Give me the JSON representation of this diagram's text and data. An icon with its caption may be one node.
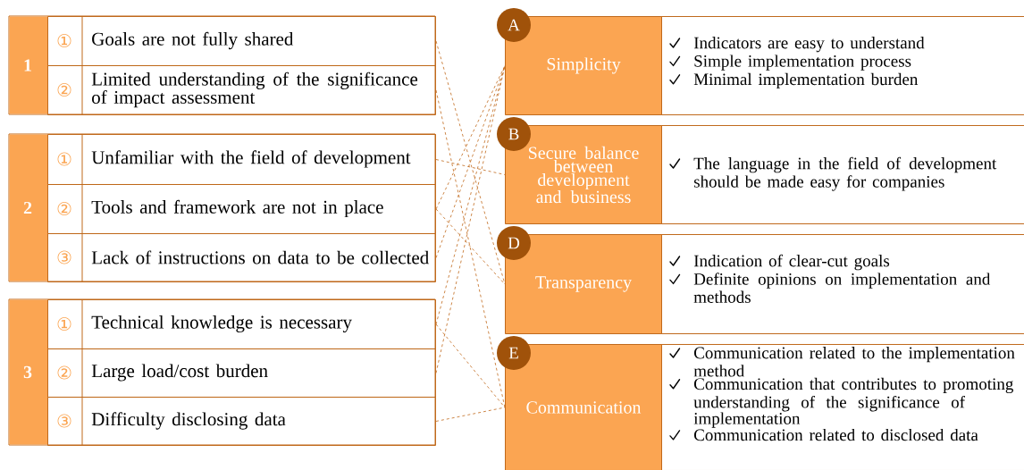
{
  "diagram": {
    "nodes": [
      {
        "text": [
          "1"
        ]
      },
      {
        "text": [
          "①",
          "Goals are not fully shared"
        ],
        "in": 0
      },
      {
        "text": [
          "②",
          "Limited understanding of the significance of impact assessment"
        ],
        "in": 0
      },
      {
        "text": [
          "2"
        ]
      },
      {
        "text": [
          "①",
          "Unfamiliar with the field of development"
        ],
        "in": 3
      },
      {
        "text": [
          "②",
          "Tools and framework are not in place"
        ],
        "in": 3
      },
      {
        "text": [
          "③",
          "Lack of instructions on data to be collected"
        ],
        "in": 3
      },
      {
        "text": [
          "3"
        ]
      },
      {
        "text": [
          "①",
          "Technical knowledge is necessary"
        ],
        "in": 7
      },
      {
        "text": [
          "②",
          "Large load/cost burden"
        ],
        "in": 7
      },
      {
        "text": [
          "③",
          "Difficulty disclosing data"
        ],
        "in": 7
      },
      {
        "text": [
          "A",
          "Simplicity"
        ]
      },
      {
        "text": [
          "Indicators are easy to understand",
          "Simple implementation process",
          "Minimal implementation burden"
        ]
      },
      {
        "text": [
          "B",
          "Secure balance between development and business"
        ]
      },
      {
        "text": [
          "The language in the field of development should be made easy for companies"
        ]
      },
      {
        "text": [
          "D",
          "Transparency"
        ]
      },
      {
        "text": [
          "Indication of clear-cut goals",
          "Definite opinions on implementation and methods"
        ]
      },
      {
        "text": [
          "E",
          "Communication"
        ]
      },
      {
        "text": [
          "Communication related to the implementation method",
          "Communication that contributes to promoting understanding of the significance of implementation",
          "Communication related to disclosed data"
        ]
      }
    ],
    "edges": [
      {
        "from": 1,
        "to": 15,
        "arrow": "none",
        "style": "dashed"
      },
      {
        "from": 2,
        "to": 17,
        "arrow": "none",
        "style": "dashed"
      },
      {
        "from": 4,
        "to": 13,
        "arrow": "none",
        "style": "dashed"
      },
      {
        "from": 5,
        "to": 11,
        "arrow": "none",
        "style": "dashed"
      },
      {
        "from": 5,
        "to": 15,
        "arrow": "none",
        "style": "dashed"
      },
      {
        "from": 6,
        "to": 11,
        "arrow": "none",
        "style": "dashed"
      },
      {
        "from": 8,
        "to": 11,
        "arrow": "none",
        "style": "dashed"
      },
      {
        "from": 8,
        "to": 17,
        "arrow": "none",
        "style": "dashed"
      },
      {
        "from": 9,
        "to": 11,
        "arrow": "none",
        "style": "dashed"
      },
      {
        "from": 10,
        "to": 17,
        "arrow": "none",
        "style": "dashed"
      }
    ]
  }
}
